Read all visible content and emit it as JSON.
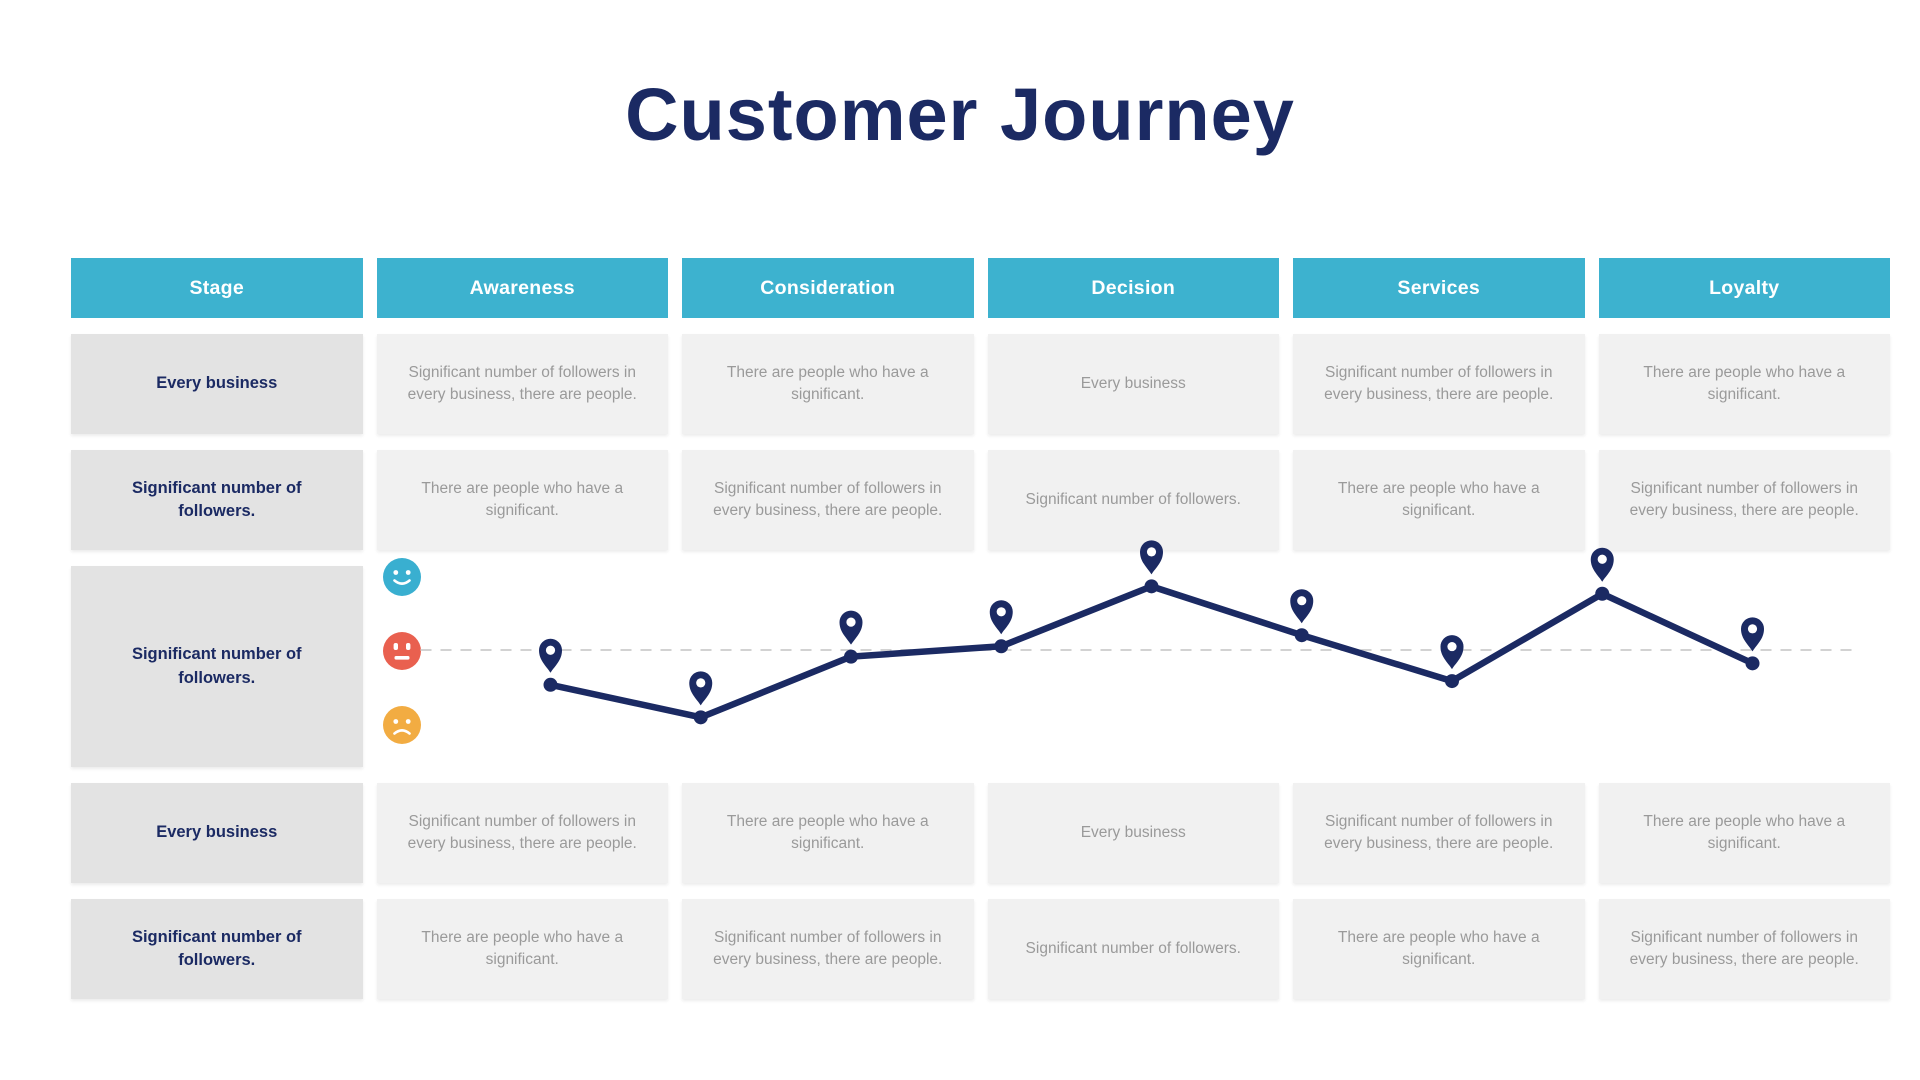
{
  "page": {
    "title": "Customer Journey"
  },
  "table": {
    "headers": [
      "Stage",
      "Awareness",
      "Consideration",
      "Decision",
      "Services",
      "Loyalty"
    ],
    "rows": [
      {
        "stage": "Every business",
        "cells": [
          "Significant number of followers in every business, there are people.",
          "There are people who have a significant.",
          "Every business",
          "Significant number of followers in every business, there are people.",
          "There are people who have a significant."
        ]
      },
      {
        "stage": "Significant number of followers.",
        "cells": [
          "There are people who have a significant.",
          "Significant number of followers in every business, there are people.",
          "Significant number of followers.",
          "There are people who have a significant.",
          "Significant number of followers in every business, there are people."
        ]
      },
      {
        "stage": "Significant number of followers.",
        "type": "sentiment-line-chart"
      },
      {
        "stage": "Every business",
        "cells": [
          "Significant number of followers in every business, there are people.",
          "There are people who have a significant.",
          "Every business",
          "Significant number of followers in every business, there are people.",
          "There are people who have a significant."
        ]
      },
      {
        "stage": "Significant number of followers.",
        "cells": [
          "There are people who have a significant.",
          "Significant number of followers in every business, there are people.",
          "Significant number of followers.",
          "There are people who have a significant.",
          "Significant number of followers in every business, there are people."
        ]
      }
    ]
  },
  "emotions": [
    {
      "name": "happy",
      "color": "#39AFD0"
    },
    {
      "name": "neutral",
      "color": "#E9604F"
    },
    {
      "name": "sad",
      "color": "#F2AC42"
    }
  ],
  "chart_data": {
    "type": "line",
    "title": "Customer sentiment across journey stages",
    "x_stages": [
      "Awareness",
      "Consideration",
      "Consideration",
      "Decision",
      "Decision",
      "Services",
      "Services",
      "Loyalty",
      "Loyalty"
    ],
    "values": [
      -0.47,
      -0.91,
      -0.09,
      0.05,
      0.86,
      0.2,
      -0.42,
      0.76,
      -0.18
    ],
    "value_scale": {
      "happy": 1,
      "neutral": 0,
      "sad": -1
    },
    "baseline": 0,
    "marker": "map-pin",
    "grid": "neutral dashed guide line only",
    "legend_position": "none",
    "line_color": "#1B2A63",
    "guide_color": "#D2D2D2"
  },
  "colors": {
    "navy": "#1B2A63",
    "teal": "#3DB2CF",
    "stage_cell_bg": "#E3E3E3",
    "cell_bg": "#F1F1F1",
    "cell_text": "#9A9A9A",
    "guide": "#D2D2D2"
  }
}
